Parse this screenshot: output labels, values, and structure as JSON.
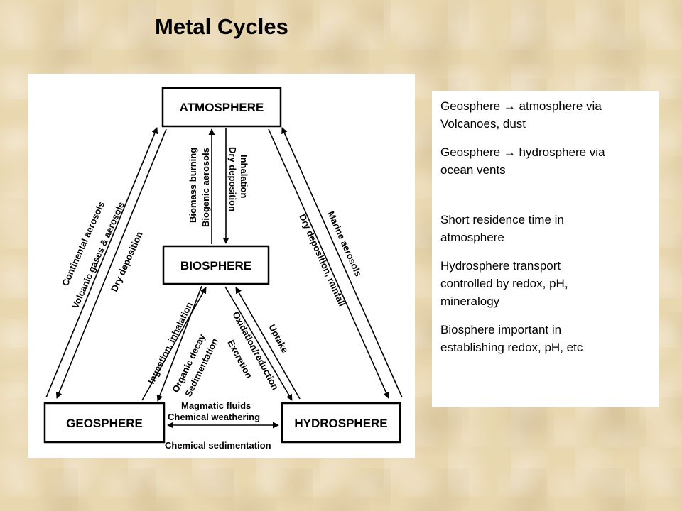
{
  "title": "Metal Cycles",
  "diagram": {
    "boxes": {
      "atmosphere": "ATMOSPHERE",
      "biosphere": "BIOSPHERE",
      "geosphere": "GEOSPHERE",
      "hydrosphere": "HYDROSPHERE"
    },
    "flows": {
      "continental_aerosols": "Continental aerosols",
      "volcanic_gases": "Volcanic gases & aerosols",
      "dry_deposition_left": "Dry deposition",
      "biomass_burning": "Biomass burning",
      "biogenic_aerosols": "Biogenic aerosols",
      "inhalation": "Inhalation",
      "dry_deposition_center": "Dry deposition",
      "marine_aerosols": "Marine aerosols",
      "dry_deposition_rainfall": "Dry deposition, rainfall",
      "ingestion_inhalation": "Ingestion, inhalation",
      "organic_decay": "Organic decay",
      "sedimentation": "Sedimentation",
      "oxidation_reduction": "Oxidation/reduction",
      "excretion": "Excretion",
      "uptake": "Uptake",
      "magmatic_fluids": "Magmatic fluids",
      "chemical_weathering": "Chemical weathering",
      "chemical_sedimentation": "Chemical sedimentation"
    }
  },
  "notes": {
    "geo_atmo_1": "Geosphere → atmosphere via",
    "geo_atmo_2": "Volcanoes, dust",
    "geo_hydro_1": "Geosphere → hydrosphere via",
    "geo_hydro_2": "ocean vents",
    "residence_1": "Short residence time in",
    "residence_2": "atmosphere",
    "hydro_1": "Hydrosphere transport",
    "hydro_2": "controlled by redox, pH,",
    "hydro_3": "mineralogy",
    "bio_1": "Biosphere important in",
    "bio_2": "establishing redox, pH, etc"
  }
}
